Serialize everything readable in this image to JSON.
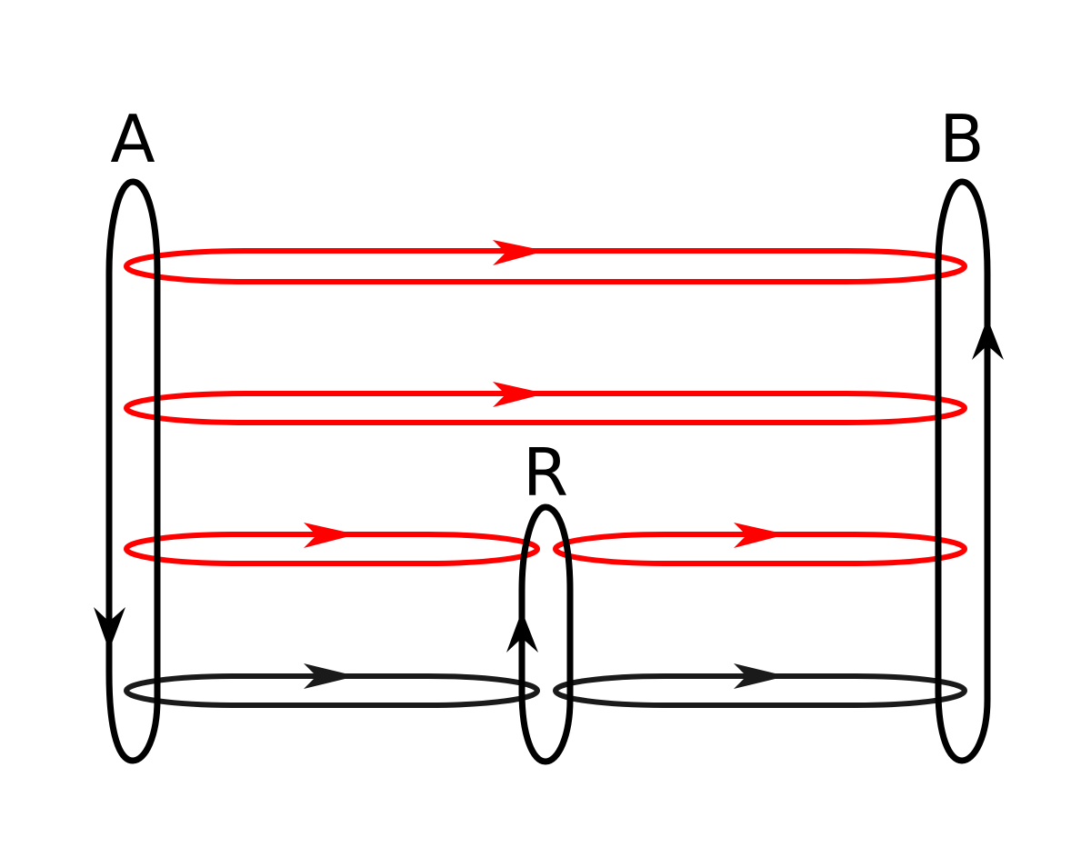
{
  "labels": {
    "a": "A",
    "b": "B",
    "r": "R"
  },
  "colors": {
    "red_loop": "#ff0000",
    "black_loop": "#1a1a1a",
    "vertical_loop": "#000000"
  }
}
